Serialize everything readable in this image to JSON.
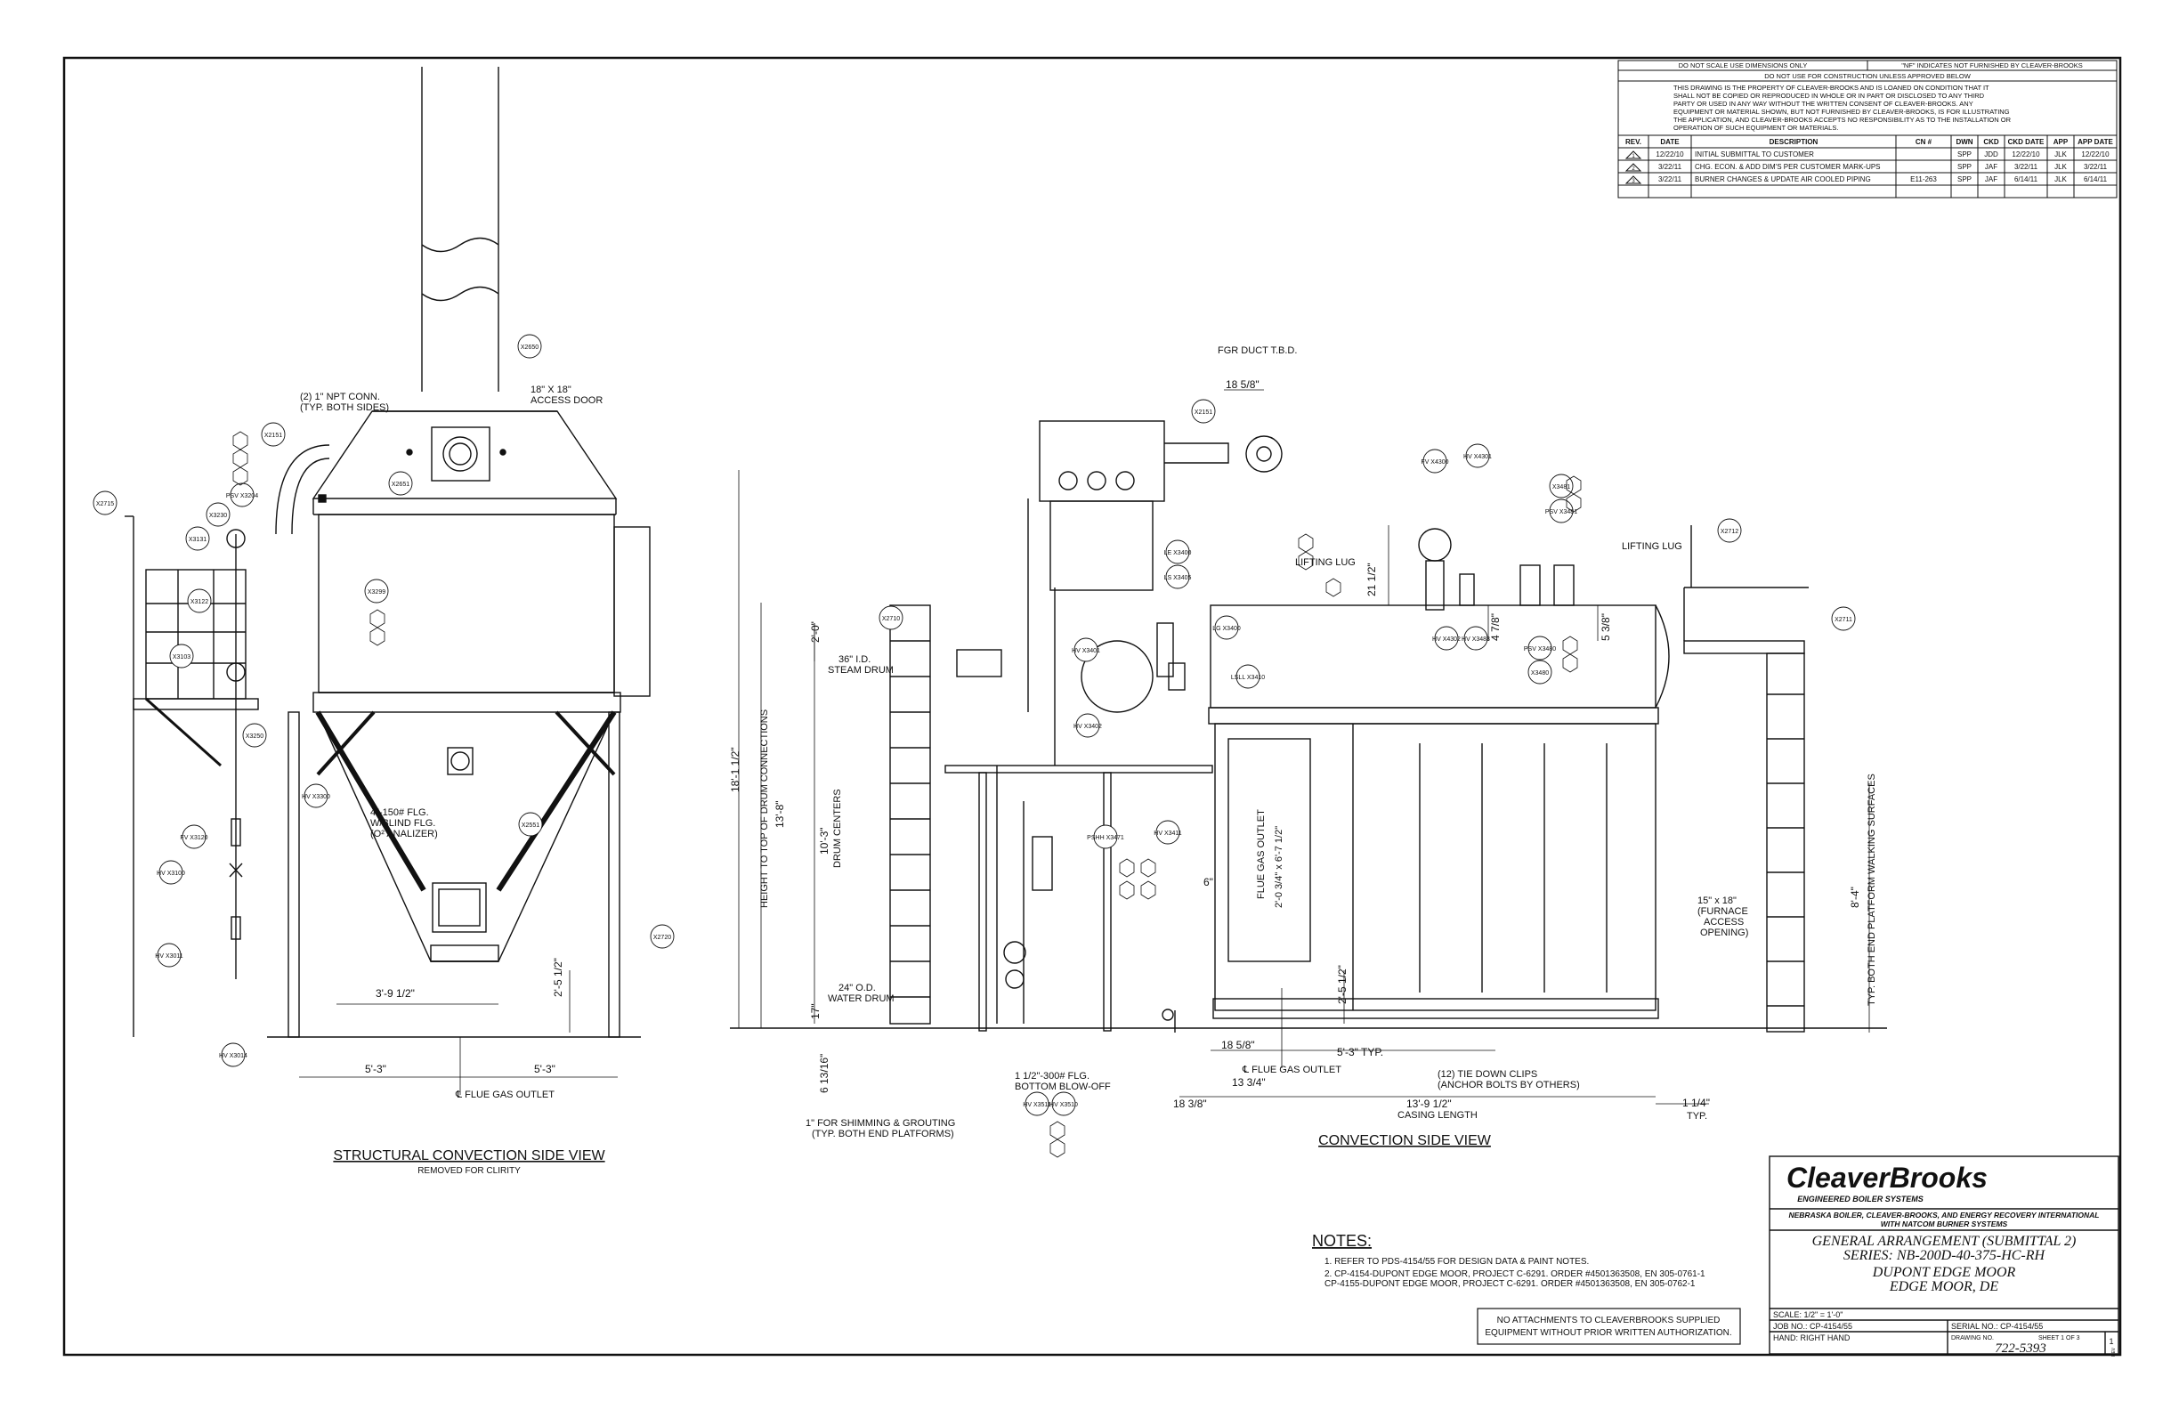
{
  "header": {
    "do_not_scale": "DO NOT SCALE USE DIMENSIONS ONLY",
    "nf_note": "\"NF\" INDICATES NOT FURNISHED BY CLEAVER-BROOKS",
    "not_for_construction": "DO NOT USE FOR CONSTRUCTION UNLESS APPROVED BELOW",
    "property_lines": [
      "THIS DRAWING IS THE PROPERTY OF CLEAVER-BROOKS AND IS LOANED ON CONDITION THAT IT",
      "SHALL NOT BE COPIED OR REPRODUCED IN WHOLE OR IN PART OR DISCLOSED TO ANY THIRD",
      "PARTY OR USED IN ANY WAY WITHOUT THE WRITTEN CONSENT OF CLEAVER-BROOKS.  ANY",
      "EQUIPMENT OR MATERIAL SHOWN, BUT NOT FURNISHED BY CLEAVER-BROOKS, IS FOR ILLUSTRATING",
      "THE APPLICATION, AND CLEAVER-BROOKS ACCEPTS NO RESPONSIBILITY AS TO THE INSTALLATION OR",
      "OPERATION OF SUCH EQUIPMENT OR MATERIALS."
    ]
  },
  "revisions": {
    "columns": [
      "REV.",
      "DATE",
      "DESCRIPTION",
      "CN #",
      "DWN",
      "CKD",
      "CKD DATE",
      "APP",
      "APP DATE"
    ],
    "rows": [
      [
        "1",
        "12/22/10",
        "INITIAL SUBMITTAL TO CUSTOMER",
        "",
        "SPP",
        "JDD",
        "12/22/10",
        "JLK",
        "12/22/10"
      ],
      [
        "2",
        "3/22/11",
        "CHG. ECON. & ADD DIM'S PER CUSTOMER MARK-UPS",
        "",
        "SPP",
        "JAF",
        "3/22/11",
        "JLK",
        "3/22/11"
      ],
      [
        "3",
        "3/22/11",
        "BURNER CHANGES & UPDATE AIR COOLED PIPING",
        "E11-263",
        "SPP",
        "JAF",
        "6/14/11",
        "JLK",
        "6/14/11"
      ]
    ]
  },
  "views": {
    "left_title": "STRUCTURAL CONVECTION SIDE VIEW",
    "left_subtitle": "REMOVED FOR CLIRITY",
    "right_title": "CONVECTION SIDE VIEW"
  },
  "left_labels": {
    "npt": "(2) 1\" NPT CONN.",
    "npt2": "(TYP. BOTH SIDES)",
    "access": "18\" X 18\"",
    "access2": "ACCESS DOOR",
    "flg": "4\"-150# FLG.",
    "flg2": "W/BLIND FLG.",
    "flg3": "(O² ANALIZER)",
    "dim_3_9": "3'-9 1/2\"",
    "dim_2_5": "2'-5 1/2\"",
    "dim_5_3a": "5'-3\"",
    "dim_5_3b": "5'-3\"",
    "flue_outlet": "℄ FLUE GAS OUTLET"
  },
  "right_labels": {
    "fgr": "FGR DUCT T.B.D.",
    "dim_18_58": "18 5/8\"",
    "lifting_lug_a": "LIFTING LUG",
    "lifting_lug_b": "LIFTING LUG",
    "dim_21": "21 1/2\"",
    "dim_4_78": "4 7/8\"",
    "dim_5_38": "5 3/8\"",
    "dim_2_0": "2'-0\"",
    "steam_drum": "36\" I.D.",
    "steam_drum2": "STEAM DRUM",
    "drum_centers": "10'-3\"",
    "drum_centers2": "DRUM CENTERS",
    "height_conn": "18'-1 1/2\"",
    "height_conn2": "HEIGHT TO TOP OF DRUM CONNECTIONS",
    "dim_13_8": "13'-8\"",
    "water_drum": "24\" O.D.",
    "water_drum2": "WATER DRUM",
    "dim_17": "17\"",
    "dim_6_13": "6 13/16\"",
    "flue_outlet": "FLUE GAS OUTLET",
    "flue_size": "2'-0 3/4\" x 6'-7 1/2\"",
    "dim_2_5r": "2'-5 1/2\"",
    "dim_6": "6\"",
    "furnace": "15\" x 18\"",
    "furnace2": "(FURNACE",
    "furnace3": "ACCESS",
    "furnace4": "OPENING)",
    "platform": "8'-4\"",
    "platform2": "TYP. BOTH END PLATFORM WALKING SURFACES",
    "blowoff": "1 1/2\"-300# FLG.",
    "blowoff2": "BOTTOM BLOW-OFF",
    "shim": "1\" FOR SHIMMING & GROUTING",
    "shim2": "(TYP. BOTH END PLATFORMS)",
    "dim_18_58b": "18 5/8\"",
    "dim_5_3typ": "5'-3\" TYP.",
    "flue_cl": "℄ FLUE GAS OUTLET",
    "dim_13_34": "13 3/4\"",
    "tiedown": "(12) TIE DOWN CLIPS",
    "tiedown2": "(ANCHOR BOLTS BY OTHERS)",
    "dim_18_38": "18 3/8\"",
    "casing": "13'-9 1/2\"",
    "casing2": "CASING LENGTH",
    "dim_1_14": "1 1/4\"",
    "dim_1_14b": "TYP."
  },
  "tags": [
    "X2715",
    "X2151",
    "X3230",
    "X3131",
    "X3122",
    "X3103",
    "X3250",
    "PSV X3204",
    "FV X3120",
    "HV X3100",
    "HV X3011",
    "HV X3014",
    "X2650",
    "X2651",
    "X3299",
    "X2551",
    "HV X3300",
    "X2720",
    "X2151",
    "FV X4300",
    "HV X4301",
    "PSV X3481",
    "X3481",
    "HV X4302",
    "HV X3483",
    "PSV X3480",
    "X3480",
    "LE X3400",
    "LS X3405",
    "LG X3400",
    "LSLL X3410",
    "HV X3401",
    "HV X3402",
    "PSHH X3471",
    "HV X3411",
    "HV X3511",
    "HV X3510",
    "X2712",
    "X2710",
    "X2711"
  ],
  "notes": {
    "heading": "NOTES:",
    "items": [
      "1.   REFER TO PDS-4154/55 FOR DESIGN DATA & PAINT NOTES.",
      "2.   CP-4154-DUPONT EDGE MOOR, PROJECT C-6291. ORDER #4501363508, EN 305-0761-1",
      "      CP-4155-DUPONT EDGE MOOR, PROJECT C-6291. ORDER #4501363508, EN 305-0762-1"
    ]
  },
  "attachments_note": [
    "NO ATTACHMENTS TO CLEAVERBROOKS SUPPLIED",
    "EQUIPMENT WITHOUT PRIOR WRITTEN AUTHORIZATION."
  ],
  "title_block": {
    "brand": "CleaverBrooks",
    "tagline": "ENGINEERED BOILER SYSTEMS",
    "company_line1": "NEBRASKA BOILER, CLEAVER-BROOKS, AND ENERGY RECOVERY INTERNATIONAL",
    "company_line2": "WITH NATCOM BURNER SYSTEMS",
    "title1": "GENERAL ARRANGEMENT (SUBMITTAL 2)",
    "title2": "SERIES: NB-200D-40-375-HC-RH",
    "title3": "DUPONT EDGE MOOR",
    "title4": "EDGE MOOR, DE",
    "scale": "SCALE: 1/2\" = 1'-0\"",
    "job_no": "JOB NO.:  CP-4154/55",
    "hand": "HAND: RIGHT HAND",
    "serial": "SERIAL NO.:  CP-4154/55",
    "drawing_no_label": "DRAWING NO.",
    "sheet": "SHEET 1 OF 3",
    "drawing_no": "722-5393",
    "rev": "1",
    "rev_label": "REV"
  }
}
